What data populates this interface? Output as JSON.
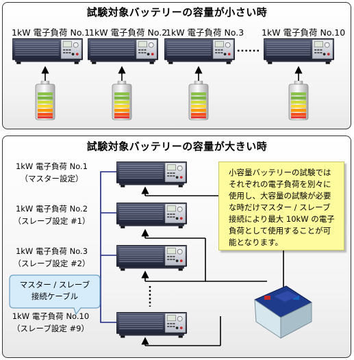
{
  "top": {
    "title": "試験対象バッテリーの容量が小さい時",
    "loads": [
      "1kW 電子負荷 No.1",
      "1kW 電子負荷 No.2",
      "1kW 電子負荷 No.3",
      "1kW 電子負荷 No.10"
    ]
  },
  "bottom": {
    "title": "試験対象バッテリーの容量が大きい時",
    "loads": [
      {
        "name": "1kW 電子負荷 No.1",
        "role": "（マスター設定）"
      },
      {
        "name": "1kW 電子負荷 No.2",
        "role": "（スレーブ設定 #1）"
      },
      {
        "name": "1kW 電子負荷 No.3",
        "role": "（スレーブ設定 #2）"
      },
      {
        "name": "1kW 電子負荷 No.10",
        "role": "（スレーブ設定 #9）"
      }
    ],
    "cable_label": [
      "マスター / スレーブ",
      "接続ケーブル"
    ],
    "note_lines": [
      "小容量バッテリーの試験では",
      "それぞれの電子負荷を別々に",
      "使用し、大容量の試験が必要",
      "な時だけマスター / スレーブ",
      "接続により最大 10kW の電子",
      "負荷として使用することが可",
      "能となります。"
    ]
  },
  "colors": {
    "cable": "#1a237e",
    "bubble": "#d6ecfa",
    "note": "#fdfb9e"
  }
}
